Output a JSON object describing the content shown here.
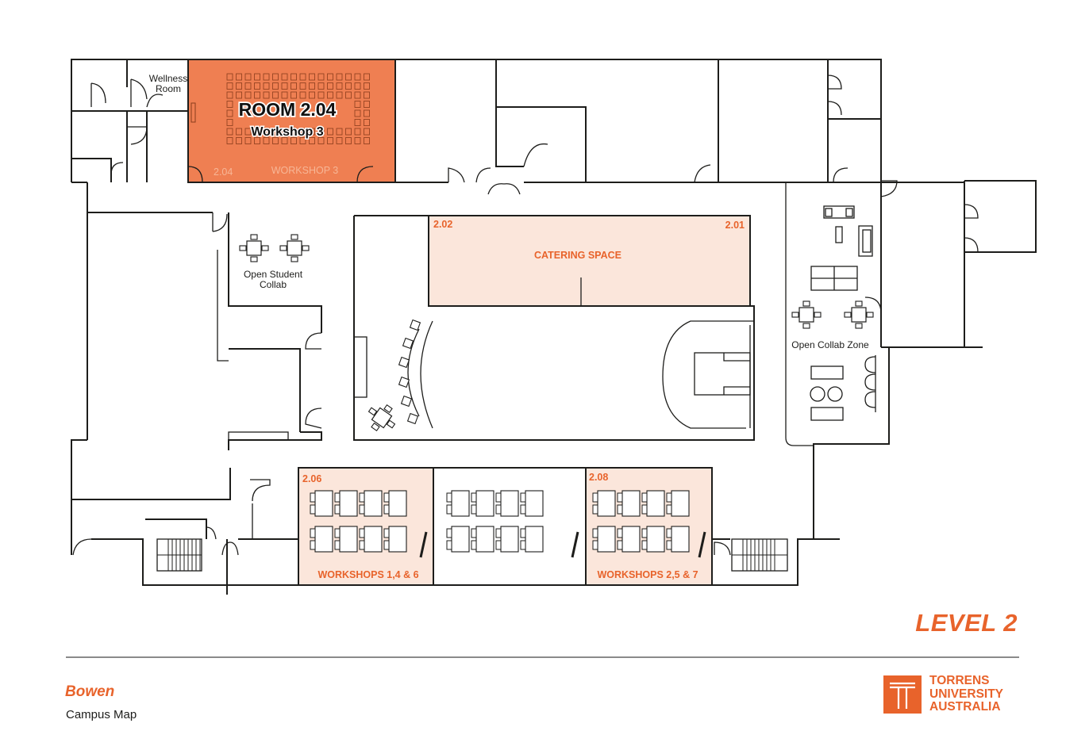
{
  "highlight_color": "#e8632b",
  "room_fill_color": "#ef7f52",
  "secondary_fill_color": "#fbe6db",
  "highlighted_room": {
    "title": "ROOM 2.04",
    "subtitle": "Workshop 3",
    "number": "2.04",
    "name": "WORKSHOP 3"
  },
  "spaces": {
    "wellness_line1": "Wellness",
    "wellness_line2": "Room",
    "open_student_collab_line1": "Open Student",
    "open_student_collab_line2": "Collab",
    "open_collab_zone": "Open Collab Zone"
  },
  "catering": {
    "name": "CATERING SPACE",
    "number_left": "2.02",
    "number_right": "2.01"
  },
  "workshops_west": {
    "number": "2.06",
    "name": "WORKSHOPS 1,4 & 6"
  },
  "workshops_east": {
    "number": "2.08",
    "name": "WORKSHOPS 2,5 & 7"
  },
  "level": "LEVEL 2",
  "campus": "Bowen",
  "subtitle": "Campus Map",
  "brand": {
    "line1": "TORRENS",
    "line2": "UNIVERSITY",
    "line3": "AUSTRALIA"
  },
  "icons": [
    "tu-logo-icon",
    "chair-icon",
    "table-icon",
    "stair-icon",
    "door-icon"
  ]
}
